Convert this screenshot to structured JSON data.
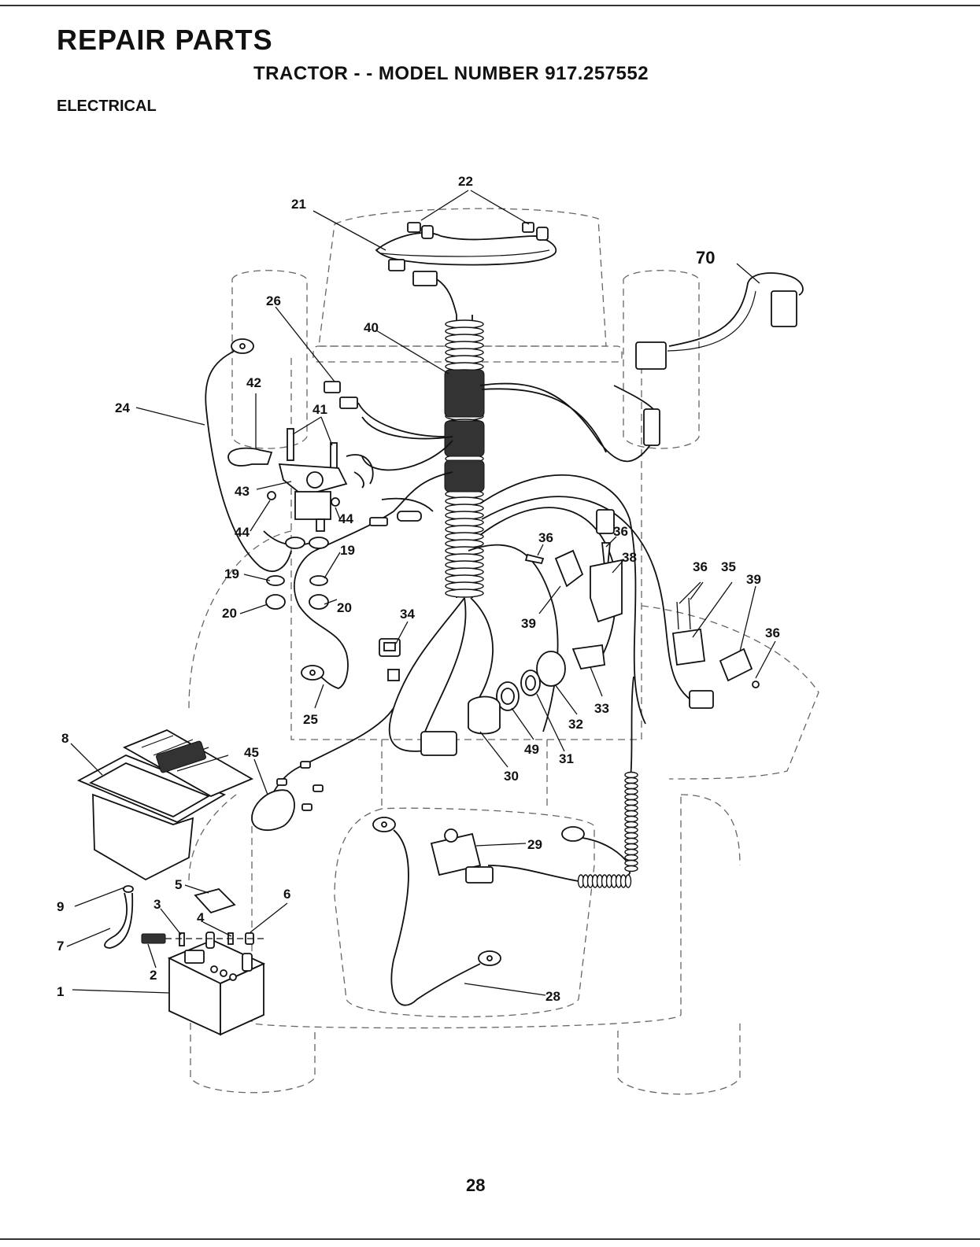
{
  "header": {
    "title": "REPAIR PARTS",
    "subtitle": "TRACTOR - - MODEL NUMBER 917.257552",
    "section": "ELECTRICAL"
  },
  "footer": {
    "page_number": "28"
  },
  "callouts": {
    "c1": "1",
    "c2": "2",
    "c3": "3",
    "c4": "4",
    "c5": "5",
    "c6": "6",
    "c7": "7",
    "c8": "8",
    "c9": "9",
    "c19a": "19",
    "c19b": "19",
    "c20a": "20",
    "c20b": "20",
    "c21": "21",
    "c22": "22",
    "c24": "24",
    "c25": "25",
    "c26": "26",
    "c28": "28",
    "c29": "29",
    "c30": "30",
    "c31": "31",
    "c32": "32",
    "c33": "33",
    "c34": "34",
    "c35": "35",
    "c36a": "36",
    "c36b": "36",
    "c36c": "36",
    "c36d": "36",
    "c38": "38",
    "c39a": "39",
    "c39b": "39",
    "c40": "40",
    "c41": "41",
    "c42": "42",
    "c43": "43",
    "c44a": "44",
    "c44b": "44",
    "c45": "45",
    "c49": "49",
    "c70": "70"
  }
}
